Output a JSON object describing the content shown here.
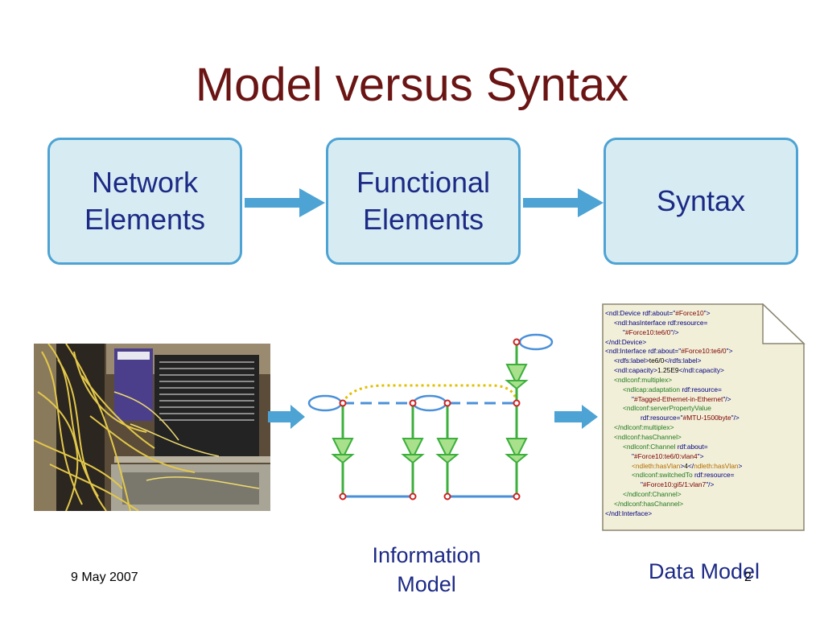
{
  "slide": {
    "title": "Model versus Syntax",
    "boxes": [
      {
        "label": "Network\nElements"
      },
      {
        "label": "Functional\nElements"
      },
      {
        "label": "Syntax"
      }
    ],
    "captions": {
      "information_model": "Information\nModel",
      "data_model": "Data Model"
    },
    "footer": {
      "date": "9 May 2007",
      "page_number": "2"
    },
    "colors": {
      "title": "#6b1414",
      "box_fill": "#d7ecf2",
      "box_border": "#4da3d4",
      "box_text": "#1c2a86",
      "arrow": "#4da3d4",
      "diagram_green": "#3caf3c",
      "diagram_blue": "#4a90d9",
      "diagram_node": "#cc2222",
      "dotted_yellow": "#e0c000"
    }
  },
  "code_lines": [
    {
      "indent": 0,
      "parts": [
        {
          "c": "b",
          "t": "<ndl:Device "
        },
        {
          "c": "b",
          "t": "rdf:about=\""
        },
        {
          "c": "r",
          "t": "#Force10"
        },
        {
          "c": "b",
          "t": "\">"
        }
      ]
    },
    {
      "indent": 1,
      "parts": [
        {
          "c": "b",
          "t": "<ndl:hasInterface "
        },
        {
          "c": "b",
          "t": "rdf:resource="
        }
      ]
    },
    {
      "indent": 2,
      "parts": [
        {
          "c": "b",
          "t": "\""
        },
        {
          "c": "r",
          "t": "#Force10:te6/0"
        },
        {
          "c": "b",
          "t": "\"/>"
        }
      ]
    },
    {
      "indent": 0,
      "parts": [
        {
          "c": "b",
          "t": "</ndl:Device>"
        }
      ]
    },
    {
      "indent": 0,
      "parts": [
        {
          "c": "b",
          "t": "<ndl:Interface "
        },
        {
          "c": "b",
          "t": "rdf:about=\""
        },
        {
          "c": "r",
          "t": "#Force10:te6/0"
        },
        {
          "c": "b",
          "t": "\">"
        }
      ]
    },
    {
      "indent": 1,
      "parts": [
        {
          "c": "b",
          "t": "<rdfs:label>"
        },
        {
          "c": "k",
          "t": "te6/0"
        },
        {
          "c": "b",
          "t": "</rdfs:label>"
        }
      ]
    },
    {
      "indent": 1,
      "parts": [
        {
          "c": "b",
          "t": "<ndl:capacity>"
        },
        {
          "c": "k",
          "t": "1.25E9"
        },
        {
          "c": "b",
          "t": "</ndl:capacity>"
        }
      ]
    },
    {
      "indent": 1,
      "parts": [
        {
          "c": "g",
          "t": "<ndlconf:multiplex>"
        }
      ]
    },
    {
      "indent": 2,
      "parts": [
        {
          "c": "g",
          "t": "<ndlcap:adaptation "
        },
        {
          "c": "b",
          "t": "rdf:resource="
        }
      ]
    },
    {
      "indent": 3,
      "parts": [
        {
          "c": "b",
          "t": "\""
        },
        {
          "c": "r",
          "t": "#Tagged-Ethernet-in-Ethernet"
        },
        {
          "c": "b",
          "t": "\"/>"
        }
      ]
    },
    {
      "indent": 2,
      "parts": [
        {
          "c": "g",
          "t": "<ndlconf:serverPropertyValue"
        }
      ]
    },
    {
      "indent": 4,
      "parts": [
        {
          "c": "b",
          "t": "rdf:resource=\""
        },
        {
          "c": "r",
          "t": "#MTU-1500byte"
        },
        {
          "c": "b",
          "t": "\"/>"
        }
      ]
    },
    {
      "indent": 1,
      "parts": [
        {
          "c": "g",
          "t": "</ndlconf:multiplex>"
        }
      ]
    },
    {
      "indent": 1,
      "parts": [
        {
          "c": "g",
          "t": "<ndlconf:hasChannel>"
        }
      ]
    },
    {
      "indent": 2,
      "parts": [
        {
          "c": "g",
          "t": "<ndlconf:Channel "
        },
        {
          "c": "b",
          "t": "rdf:about="
        }
      ]
    },
    {
      "indent": 3,
      "parts": [
        {
          "c": "b",
          "t": "\""
        },
        {
          "c": "r",
          "t": "#Force10:te6/0:vlan4"
        },
        {
          "c": "b",
          "t": "\">"
        }
      ]
    },
    {
      "indent": 3,
      "parts": [
        {
          "c": "o",
          "t": "<ndleth:hasVlan"
        },
        {
          "c": "b",
          "t": ">"
        },
        {
          "c": "k",
          "t": "4"
        },
        {
          "c": "b",
          "t": "</"
        },
        {
          "c": "o",
          "t": "ndleth:hasVlan"
        },
        {
          "c": "b",
          "t": ">"
        }
      ]
    },
    {
      "indent": 3,
      "parts": [
        {
          "c": "g",
          "t": "<ndlconf:switchedTo "
        },
        {
          "c": "b",
          "t": "rdf:resource="
        }
      ]
    },
    {
      "indent": 4,
      "parts": [
        {
          "c": "b",
          "t": "\""
        },
        {
          "c": "r",
          "t": "#Force10:gi5/1:vlan7"
        },
        {
          "c": "b",
          "t": "\"/>"
        }
      ]
    },
    {
      "indent": 2,
      "parts": [
        {
          "c": "g",
          "t": "</ndlconf:Channel>"
        }
      ]
    },
    {
      "indent": 1,
      "parts": [
        {
          "c": "g",
          "t": "</ndlconf:hasChannel>"
        }
      ]
    },
    {
      "indent": 0,
      "parts": [
        {
          "c": "b",
          "t": "</ndl:Interface>"
        }
      ]
    }
  ]
}
